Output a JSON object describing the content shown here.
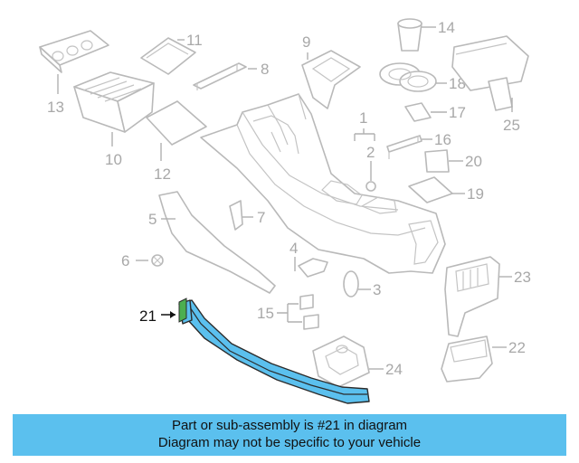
{
  "diagram": {
    "highlight_color": "#5bc0ee",
    "part_labels": {
      "p1": "1",
      "p2": "2",
      "p3": "3",
      "p4": "4",
      "p5": "5",
      "p6": "6",
      "p7": "7",
      "p8": "8",
      "p9": "9",
      "p10": "10",
      "p11": "11",
      "p12": "12",
      "p13": "13",
      "p14": "14",
      "p15": "15",
      "p16": "16",
      "p17": "17",
      "p18": "18",
      "p19": "19",
      "p20": "20",
      "p21": "21",
      "p22": "22",
      "p23": "23",
      "p24": "24",
      "p25": "25"
    },
    "highlighted_part": "21"
  },
  "banner": {
    "line1": "Part or sub-assembly is #21 in diagram",
    "line2": "Diagram may not be specific to your vehicle"
  }
}
